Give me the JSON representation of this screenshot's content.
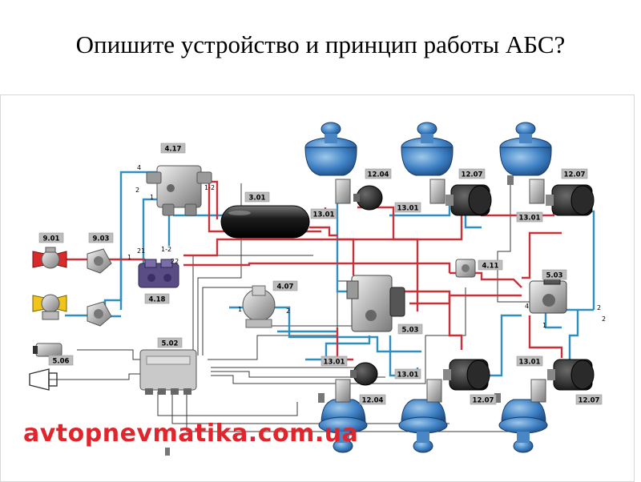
{
  "slide": {
    "title": "Опишите устройство и принцип работы АБС?"
  },
  "diagram": {
    "watermark": "avtopnevmatika.com.ua",
    "labels": {
      "l417": "4.17",
      "l301": "3.01",
      "l1204a": "12.04",
      "l1207a": "12.07",
      "l1207b": "12.07",
      "l1301a": "13.01",
      "l1301b": "13.01",
      "l1301c": "13.01",
      "l901": "9.01",
      "l903": "9.03",
      "l418": "4.18",
      "l407": "4.07",
      "l411": "4.11",
      "l503a": "5.03",
      "l503b": "5.03",
      "l502": "5.02",
      "l506": "5.06",
      "l1301d": "13.01",
      "l1301e": "13.01",
      "l1301f": "13.01",
      "l1204b": "12.04",
      "l1207c": "12.07",
      "l1207d": "12.07"
    },
    "ports": {
      "p4": "4",
      "p2": "2",
      "p1": "1",
      "p12": "1-2",
      "p21": "21",
      "p12b": "1-2",
      "p22": "22",
      "p1b": "1",
      "p1c": "1",
      "p2c": "2",
      "p4d": "4",
      "p1d": "1",
      "p2d": "2",
      "p2e": "2"
    }
  }
}
